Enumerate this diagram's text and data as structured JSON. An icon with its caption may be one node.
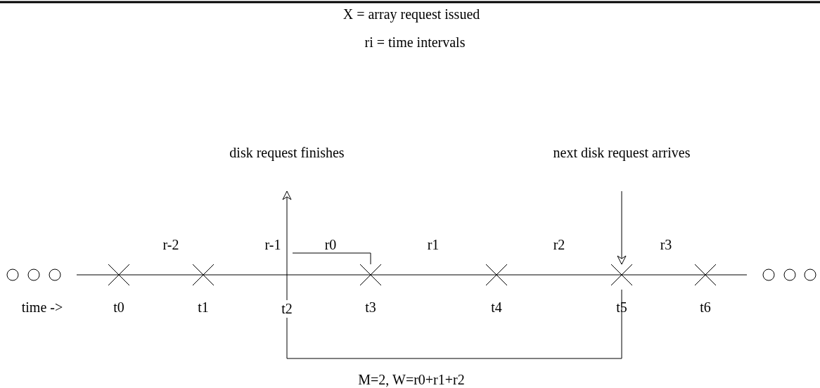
{
  "diagram": {
    "nodes": [
      {
        "text": [
          "disk request finishes"
        ]
      },
      {
        "text": [
          "next disk request arrives"
        ]
      },
      {
        "text": [],
        "shape": "cross",
        "beside": [
          "t0"
        ]
      },
      {
        "text": [],
        "shape": "cross",
        "beside": [
          "t1"
        ]
      },
      {
        "text": [],
        "shape": "cross",
        "beside": [
          "t3"
        ]
      },
      {
        "text": [],
        "shape": "cross",
        "beside": [
          "t4"
        ]
      },
      {
        "text": [],
        "shape": "cross",
        "beside": [
          "t5"
        ]
      },
      {
        "text": [],
        "shape": "cross",
        "beside": [
          "t6"
        ]
      },
      {
        "text": [
          "t2"
        ]
      }
    ],
    "edges": [
      {
        "from": 8,
        "to": 0,
        "arrow": "to"
      },
      {
        "from": 1,
        "to": 6,
        "arrow": "to"
      }
    ],
    "labels": [
      "X = array request issued",
      "ri = time intervals",
      "r-2",
      "r-1",
      "r0",
      "r1",
      "r2",
      "r3",
      "time ->",
      "M=2, W=r0+r1+r2"
    ]
  }
}
